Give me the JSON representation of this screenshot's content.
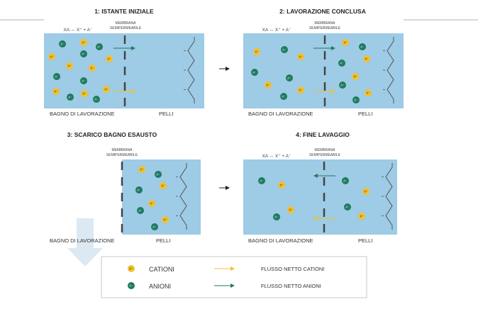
{
  "colors": {
    "bath": "#9ecbe5",
    "cation": "#f2c12e",
    "anion": "#1f7a5f",
    "membrane": "#444444",
    "skin": "#555555"
  },
  "panels": [
    {
      "title": "1: ISTANTE INIZIALE",
      "formula": "XA ↔ X⁺ + A⁻",
      "membrane_line1": "MEMBRANA",
      "membrane_line2": "SEMIPERMEABILE",
      "bath_label": "BAGNO DI LAVORAZIONE",
      "skin_label": "PELLI"
    },
    {
      "title": "2: LAVORAZIONE CONCLUSA",
      "formula": "XA ↔ X⁺ + A⁻",
      "membrane_line1": "MEMBRANA",
      "membrane_line2": "SEMIPERMEABILE",
      "bath_label": "BAGNO DI LAVORAZIONE",
      "skin_label": "PELLI"
    },
    {
      "title": "3: SCARICO BAGNO ESAUSTO",
      "membrane_line1": "MEMBRANA",
      "membrane_line2": "SEMIPERMEABILE",
      "bath_label": "BAGNO DI LAVORAZIONE",
      "skin_label": "PELLI"
    },
    {
      "title": "4: FINE LAVAGGIO",
      "formula": "XA ↔ X⁺ + A⁻",
      "membrane_line1": "MEMBRANA",
      "membrane_line2": "SEMIPERMEABILE",
      "bath_label": "BAGNO DI LAVORAZIONE",
      "skin_label": "PELLI"
    }
  ],
  "particles": {
    "cation_symbol": "X⁺",
    "anion_symbol": "A⁻"
  },
  "legend": {
    "cations": "CATIONI",
    "anions": "ANIONI",
    "cation_flow": "FLUSSO NETTO CATIONI",
    "anion_flow": "FLUSSO NETTO ANIONI"
  }
}
